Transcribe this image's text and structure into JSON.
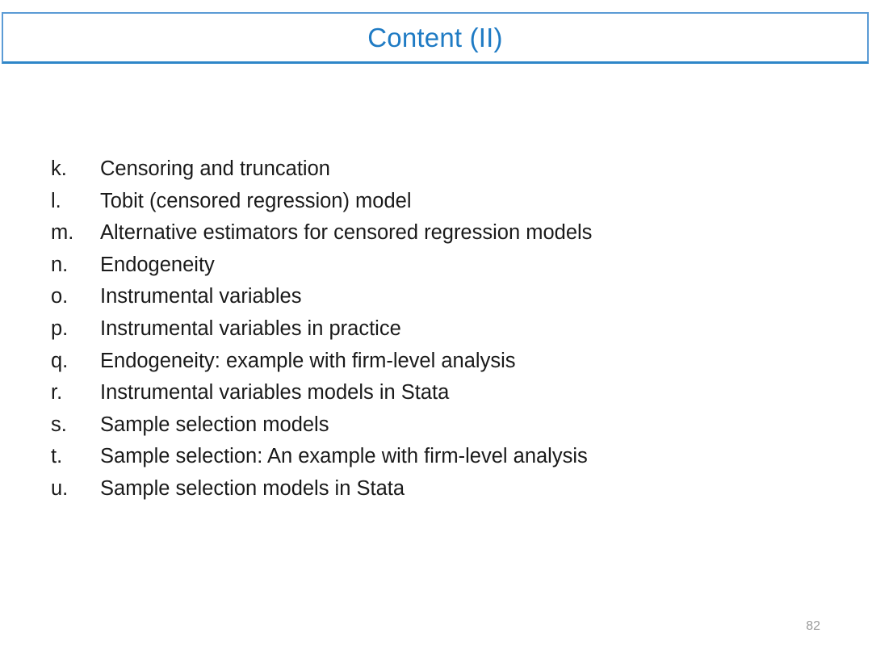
{
  "slide": {
    "title": "Content (II)",
    "page_number": "82",
    "accent_color": "#1f7bc4",
    "border_color": "#5b9bd5",
    "text_color": "#1a1a1a",
    "page_number_color": "#9b9b9b",
    "background_color": "#ffffff"
  },
  "content": {
    "items": [
      {
        "marker": "k.",
        "text": "Censoring and truncation"
      },
      {
        "marker": "l.",
        "text": "Tobit (censored regression) model"
      },
      {
        "marker": "m.",
        "text": "Alternative estimators for censored regression models"
      },
      {
        "marker": "n.",
        "text": "Endogeneity"
      },
      {
        "marker": "o.",
        "text": "Instrumental variables"
      },
      {
        "marker": "p.",
        "text": "Instrumental variables in practice"
      },
      {
        "marker": "q.",
        "text": "Endogeneity: example with firm-level analysis"
      },
      {
        "marker": "r.",
        "text": "Instrumental variables models in Stata"
      },
      {
        "marker": "s.",
        "text": "Sample selection models"
      },
      {
        "marker": "t.",
        "text": "Sample selection: An example with firm-level analysis"
      },
      {
        "marker": "u.",
        "text": "Sample selection models in Stata"
      }
    ]
  }
}
